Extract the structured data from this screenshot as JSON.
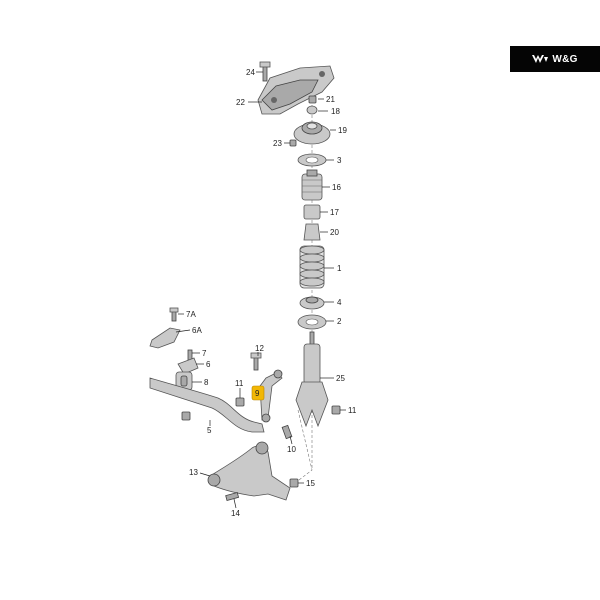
{
  "brand": {
    "text": "W&G",
    "logo_icon": "winged-logo-icon",
    "background": "#050505",
    "color": "#ffffff"
  },
  "highlight_color": "#f2b705",
  "callouts": {
    "c24": "24",
    "c22": "22",
    "c21": "21",
    "c18": "18",
    "c19": "19",
    "c23": "23",
    "c3": "3",
    "c16": "16",
    "c17": "17",
    "c20": "20",
    "c1": "1",
    "c4": "4",
    "c2": "2",
    "c7a": "7A",
    "c6a": "6A",
    "c12": "12",
    "c7": "7",
    "c6": "6",
    "c8": "8",
    "c11a": "11",
    "c25": "25",
    "c9": "9",
    "c11b": "11",
    "c5": "5",
    "c10": "10",
    "c13": "13",
    "c15": "15",
    "c14": "14"
  }
}
